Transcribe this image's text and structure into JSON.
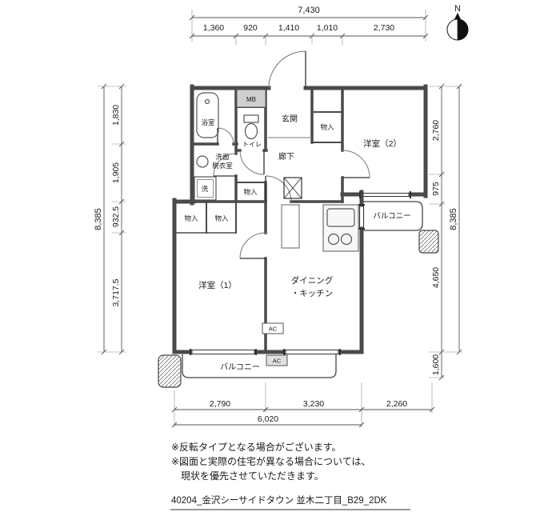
{
  "compass": {
    "label": "N"
  },
  "dims": {
    "top_total": "7,430",
    "top_segments": [
      "1,360",
      "920",
      "1,410",
      "1,010",
      "2,730"
    ],
    "left_total": "8,385",
    "left_segments": [
      "1,830",
      "1,905",
      "932.5",
      "3,717.5"
    ],
    "right_total": "8,385",
    "right_segments": [
      "2,760",
      "975",
      "4,650",
      "1,600"
    ],
    "bottom_segments": [
      "2,790",
      "3,230",
      "2,260"
    ],
    "bottom_total": "6,020"
  },
  "rooms": {
    "bath": "浴室",
    "mb": "MB",
    "toilet": "トイレ",
    "entrance": "玄関",
    "western2": "洋室（2）",
    "washroom_line1": "洗面",
    "washroom_line2": "脱衣室",
    "washer": "洗",
    "hallway": "廊下",
    "closets": [
      "物入",
      "物入",
      "物入",
      "物入"
    ],
    "balcony_right": "バルコニー",
    "balcony_bottom": "バルコニー",
    "western1": "洋室（1）",
    "dk_line1": "ダイニング",
    "dk_line2": "・キッチン",
    "ac": "AC"
  },
  "notes": [
    "※反転タイプとなる場合がございます。",
    "※図面と実際の住宅が異なる場合については、",
    "　現状を優先させていただきます。"
  ],
  "footer": "40204_金沢シーサイドタウン 並木二丁目_B29_2DK"
}
